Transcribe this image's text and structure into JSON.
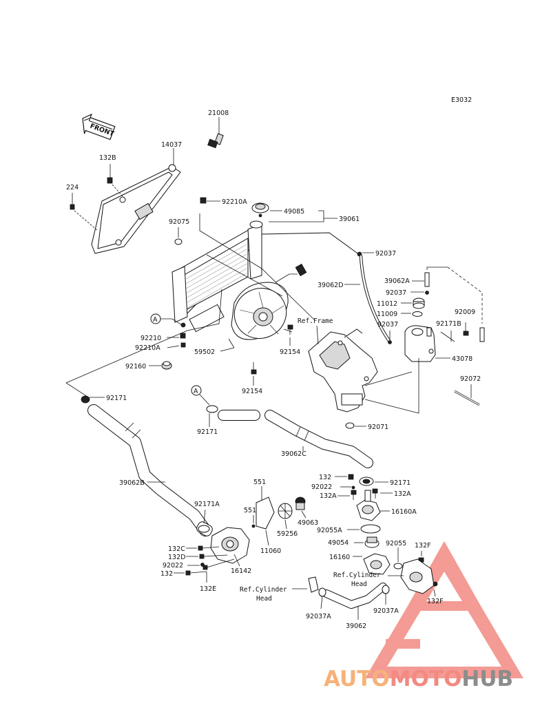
{
  "diagram_code": "E3032",
  "front_label": "FRONT",
  "callout_a": "A",
  "brand": {
    "part1": "AUTO",
    "part2": "MOTO",
    "part3": "HUB",
    "color1": "#f6b27a",
    "color2": "#f28a82",
    "color3": "#8c8c8c"
  },
  "labels": {
    "l21008": "21008",
    "l14037": "14037",
    "l132B": "132B",
    "l224": "224",
    "l92210A_top": "92210A",
    "l49085": "49085",
    "l39061": "39061",
    "l92075": "92075",
    "l92037_a": "92037",
    "l39062D": "39062D",
    "l39062A": "39062A",
    "l92037_b": "92037",
    "l11012": "11012",
    "l11009": "11009",
    "l92009": "92009",
    "l92037_c": "92037",
    "l92171B": "92171B",
    "l43078": "43078",
    "ref_frame": "Ref.Frame",
    "l92210": "92210",
    "l92210A": "92210A",
    "l92154_a": "92154",
    "l59502": "59502",
    "l92160": "92160",
    "l92154_b": "92154",
    "l92072": "92072",
    "l92171_a": "92171",
    "l92171_b": "92171",
    "l92071": "92071",
    "l39062C": "39062C",
    "l132_a": "132",
    "l92022_a": "92022",
    "l92171_c": "92171",
    "l132A_a": "132A",
    "l132A_b": "132A",
    "l551_a": "551",
    "l16160A": "16160A",
    "l39062B": "39062B",
    "l92171A": "92171A",
    "l551_b": "551",
    "l49063": "49063",
    "l59256": "59256",
    "l92055A": "92055A",
    "l132C": "132C",
    "l132D": "132D",
    "l11060": "11060",
    "l49054": "49054",
    "l92055": "92055",
    "l132F_a": "132F",
    "l92022_b": "92022",
    "l16142": "16142",
    "l16160": "16160",
    "l132_b": "132",
    "ref_cyl_1": "Ref.Cylinder",
    "head_1": "Head",
    "l132E": "132E",
    "ref_cyl_2": "Ref.Cylinder",
    "head_2": "Head",
    "l132F_b": "132F",
    "l92037A_a": "92037A",
    "l92037A_b": "92037A",
    "l39062": "39062"
  }
}
